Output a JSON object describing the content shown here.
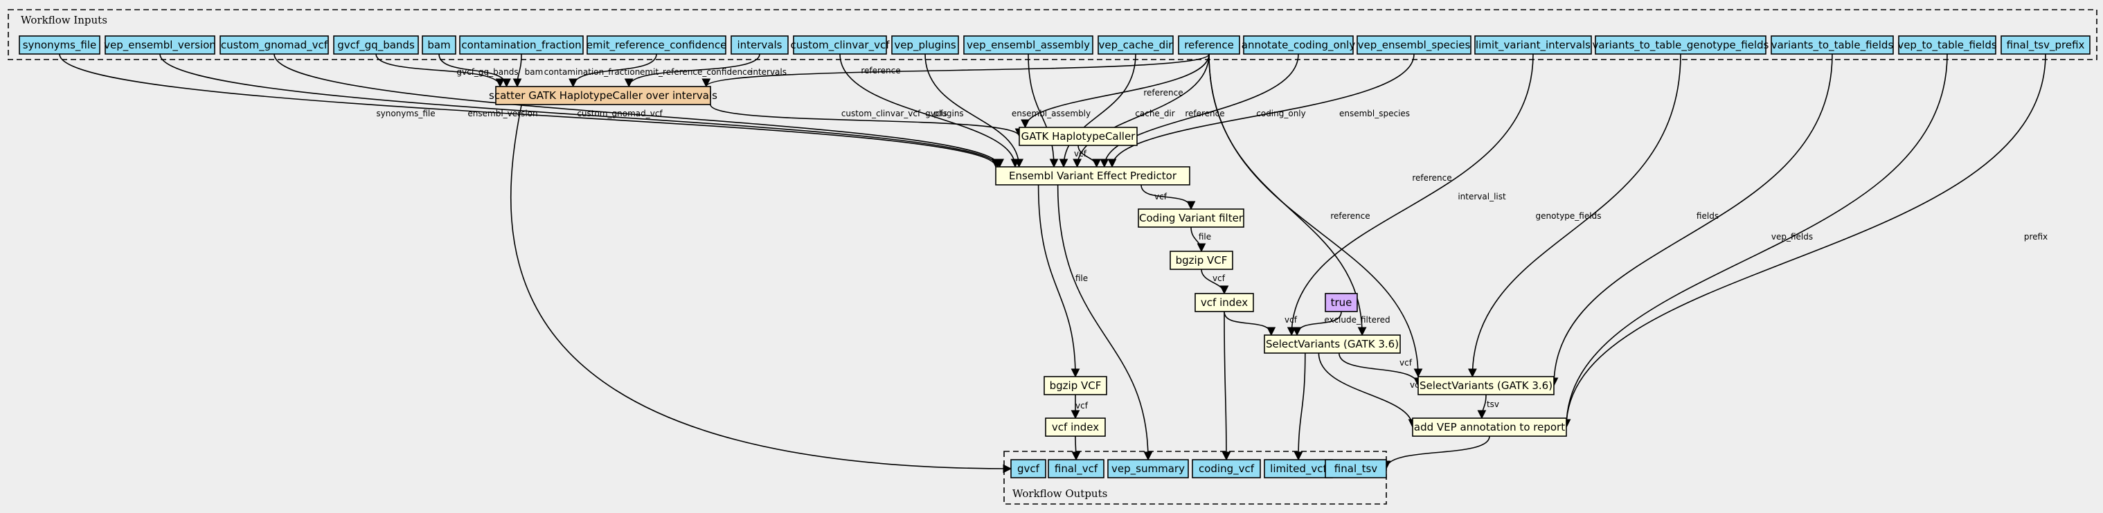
{
  "colors": {
    "background": "#eeeeee",
    "input_fill": "#94ddf4",
    "step_fill": "#ffffde",
    "scatter_fill": "#f3cea1",
    "constant_fill": "#d5aefc",
    "output_fill": "#94ddf4"
  },
  "clusters": {
    "inputs_title": "Workflow Inputs",
    "outputs_title": "Workflow Outputs"
  },
  "nodes": [
    {
      "id": "synonyms_file",
      "label": "synonyms_file",
      "kind": "input"
    },
    {
      "id": "vep_ensembl_version",
      "label": "vep_ensembl_version",
      "kind": "input"
    },
    {
      "id": "custom_gnomad_vcf",
      "label": "custom_gnomad_vcf",
      "kind": "input"
    },
    {
      "id": "gvcf_gq_bands",
      "label": "gvcf_gq_bands",
      "kind": "input"
    },
    {
      "id": "bam",
      "label": "bam",
      "kind": "input"
    },
    {
      "id": "contamination_fraction",
      "label": "contamination_fraction",
      "kind": "input"
    },
    {
      "id": "emit_reference_confidence",
      "label": "emit_reference_confidence",
      "kind": "input"
    },
    {
      "id": "intervals",
      "label": "intervals",
      "kind": "input"
    },
    {
      "id": "custom_clinvar_vcf",
      "label": "custom_clinvar_vcf",
      "kind": "input"
    },
    {
      "id": "vep_plugins",
      "label": "vep_plugins",
      "kind": "input"
    },
    {
      "id": "vep_ensembl_assembly",
      "label": "vep_ensembl_assembly",
      "kind": "input"
    },
    {
      "id": "vep_cache_dir",
      "label": "vep_cache_dir",
      "kind": "input"
    },
    {
      "id": "reference",
      "label": "reference",
      "kind": "input"
    },
    {
      "id": "annotate_coding_only",
      "label": "annotate_coding_only",
      "kind": "input"
    },
    {
      "id": "vep_ensembl_species",
      "label": "vep_ensembl_species",
      "kind": "input"
    },
    {
      "id": "limit_variant_intervals",
      "label": "limit_variant_intervals",
      "kind": "input"
    },
    {
      "id": "variants_to_table_genotype_fields",
      "label": "variants_to_table_genotype_fields",
      "kind": "input"
    },
    {
      "id": "variants_to_table_fields",
      "label": "variants_to_table_fields",
      "kind": "input"
    },
    {
      "id": "vep_to_table_fields",
      "label": "vep_to_table_fields",
      "kind": "input"
    },
    {
      "id": "final_tsv_prefix",
      "label": "final_tsv_prefix",
      "kind": "input"
    },
    {
      "id": "scatter_hc",
      "label": "scatter GATK HaplotypeCaller over intervals",
      "kind": "scatter"
    },
    {
      "id": "gatk_hc",
      "label": "GATK HaplotypeCaller",
      "kind": "step"
    },
    {
      "id": "vep",
      "label": "Ensembl Variant Effect Predictor",
      "kind": "step"
    },
    {
      "id": "coding_filter",
      "label": "Coding Variant filter",
      "kind": "step"
    },
    {
      "id": "bgzip_coding",
      "label": "bgzip VCF",
      "kind": "step"
    },
    {
      "id": "index_coding",
      "label": "vcf index",
      "kind": "step"
    },
    {
      "id": "true_const",
      "label": "true",
      "kind": "constant"
    },
    {
      "id": "select_variants",
      "label": "SelectVariants (GATK 3.6)",
      "kind": "step"
    },
    {
      "id": "variants_to_table",
      "label": "SelectVariants (GATK 3.6)",
      "kind": "step"
    },
    {
      "id": "add_vep_report",
      "label": "add VEP annotation to report",
      "kind": "step"
    },
    {
      "id": "bgzip_final",
      "label": "bgzip VCF",
      "kind": "step"
    },
    {
      "id": "index_final",
      "label": "vcf index",
      "kind": "step"
    },
    {
      "id": "out_gvcf",
      "label": "gvcf",
      "kind": "output"
    },
    {
      "id": "out_final_vcf",
      "label": "final_vcf",
      "kind": "output"
    },
    {
      "id": "out_vep_summary",
      "label": "vep_summary",
      "kind": "output"
    },
    {
      "id": "out_coding_vcf",
      "label": "coding_vcf",
      "kind": "output"
    },
    {
      "id": "out_limited_vcf",
      "label": "limited_vcf",
      "kind": "output"
    },
    {
      "id": "out_final_tsv",
      "label": "final_tsv",
      "kind": "output"
    }
  ],
  "edges": [
    {
      "from": "synonyms_file",
      "to": "vep",
      "label": "synonyms_file"
    },
    {
      "from": "vep_ensembl_version",
      "to": "vep",
      "label": "ensembl_version"
    },
    {
      "from": "custom_gnomad_vcf",
      "to": "vep",
      "label": "custom_gnomad_vcf"
    },
    {
      "from": "gvcf_gq_bands",
      "to": "scatter_hc",
      "label": "gvcf_gq_bands"
    },
    {
      "from": "bam",
      "to": "scatter_hc",
      "label": "bam"
    },
    {
      "from": "contamination_fraction",
      "to": "scatter_hc",
      "label": "contamination_fraction"
    },
    {
      "from": "emit_reference_confidence",
      "to": "scatter_hc",
      "label": "emit_reference_confidence"
    },
    {
      "from": "intervals",
      "to": "scatter_hc",
      "label": "intervals"
    },
    {
      "from": "reference",
      "to": "scatter_hc",
      "label": "reference"
    },
    {
      "from": "scatter_hc",
      "to": "gatk_hc",
      "label": "gvcfs"
    },
    {
      "from": "scatter_hc",
      "to": "out_gvcf",
      "label": ""
    },
    {
      "from": "reference",
      "to": "gatk_hc",
      "label": "reference"
    },
    {
      "from": "gatk_hc",
      "to": "vep",
      "label": "vcf"
    },
    {
      "from": "custom_clinvar_vcf",
      "to": "vep",
      "label": "custom_clinvar_vcf"
    },
    {
      "from": "vep_plugins",
      "to": "vep",
      "label": "plugins"
    },
    {
      "from": "vep_ensembl_assembly",
      "to": "vep",
      "label": "ensembl_assembly"
    },
    {
      "from": "vep_cache_dir",
      "to": "vep",
      "label": "cache_dir"
    },
    {
      "from": "reference",
      "to": "vep",
      "label": "reference"
    },
    {
      "from": "annotate_coding_only",
      "to": "vep",
      "label": "coding_only"
    },
    {
      "from": "vep_ensembl_species",
      "to": "vep",
      "label": "ensembl_species"
    },
    {
      "from": "vep",
      "to": "coding_filter",
      "label": "vcf"
    },
    {
      "from": "vep",
      "to": "bgzip_final",
      "label": "file"
    },
    {
      "from": "vep",
      "to": "out_vep_summary",
      "label": ""
    },
    {
      "from": "coding_filter",
      "to": "bgzip_coding",
      "label": "file"
    },
    {
      "from": "bgzip_coding",
      "to": "index_coding",
      "label": "vcf"
    },
    {
      "from": "index_coding",
      "to": "select_variants",
      "label": "vcf"
    },
    {
      "from": "index_coding",
      "to": "out_coding_vcf",
      "label": ""
    },
    {
      "from": "true_const",
      "to": "select_variants",
      "label": "exclude_filtered"
    },
    {
      "from": "reference",
      "to": "select_variants",
      "label": "reference"
    },
    {
      "from": "limit_variant_intervals",
      "to": "select_variants",
      "label": "interval_list"
    },
    {
      "from": "select_variants",
      "to": "variants_to_table",
      "label": "vcf"
    },
    {
      "from": "select_variants",
      "to": "add_vep_report",
      "label": "vcf"
    },
    {
      "from": "select_variants",
      "to": "out_limited_vcf",
      "label": ""
    },
    {
      "from": "reference",
      "to": "variants_to_table",
      "label": "reference"
    },
    {
      "from": "variants_to_table_genotype_fields",
      "to": "variants_to_table",
      "label": "genotype_fields"
    },
    {
      "from": "variants_to_table_fields",
      "to": "variants_to_table",
      "label": "fields"
    },
    {
      "from": "variants_to_table",
      "to": "add_vep_report",
      "label": "tsv"
    },
    {
      "from": "vep_to_table_fields",
      "to": "add_vep_report",
      "label": "vep_fields"
    },
    {
      "from": "final_tsv_prefix",
      "to": "add_vep_report",
      "label": "prefix"
    },
    {
      "from": "add_vep_report",
      "to": "out_final_tsv",
      "label": ""
    },
    {
      "from": "bgzip_final",
      "to": "index_final",
      "label": "vcf"
    },
    {
      "from": "index_final",
      "to": "out_final_vcf",
      "label": ""
    }
  ]
}
